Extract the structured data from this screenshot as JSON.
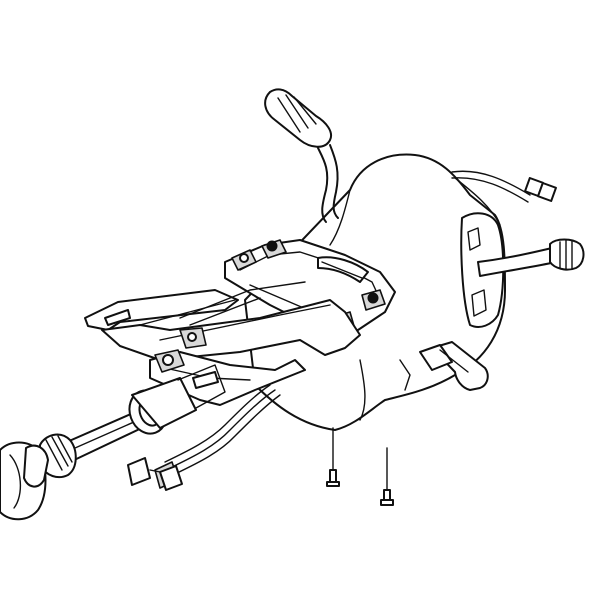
{
  "diagram": {
    "parts": [
      {
        "id": "steering-column-housing",
        "icon": "housing-icon"
      },
      {
        "id": "tilt-lever",
        "icon": "lever-icon"
      },
      {
        "id": "turn-signal-lever",
        "icon": "lever-icon"
      },
      {
        "id": "mounting-bracket",
        "icon": "bracket-icon"
      },
      {
        "id": "steering-shaft",
        "icon": "shaft-icon"
      },
      {
        "id": "universal-joint",
        "icon": "joint-icon"
      },
      {
        "id": "wiring-connector",
        "icon": "connector-icon"
      },
      {
        "id": "key-release-tab",
        "icon": "tab-icon"
      },
      {
        "id": "mounting-screw-left",
        "icon": "screw-icon"
      },
      {
        "id": "mounting-screw-right",
        "icon": "screw-icon"
      }
    ],
    "colors": {
      "line": "#111111",
      "background": "#ffffff",
      "shade": "#d8d8d8"
    }
  }
}
